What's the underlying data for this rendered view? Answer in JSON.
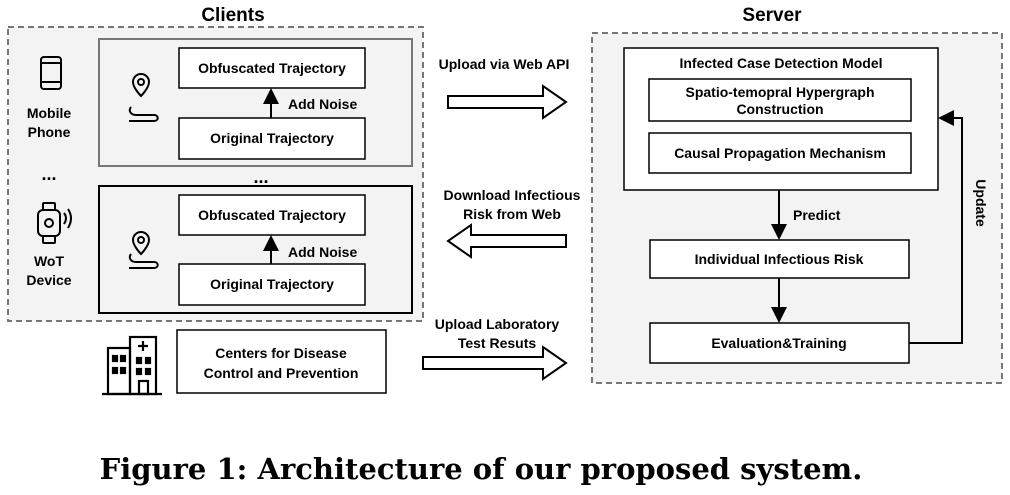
{
  "clients": {
    "title": "Clients",
    "mobile_label_1": "Mobile",
    "mobile_label_2": "Phone",
    "ellipsis_left": "...",
    "ellipsis_mid": "...",
    "wot_label_1": "WoT",
    "wot_label_2": "Device",
    "group1": {
      "top_box": "Obfuscated Trajectory",
      "noise": "Add Noise",
      "bottom_box": "Original Trajectory"
    },
    "group2": {
      "top_box": "Obfuscated Trajectory",
      "noise": "Add Noise",
      "bottom_box": "Original Trajectory"
    },
    "cdc_1": "Centers for Disease",
    "cdc_2": "Control and Prevention"
  },
  "flows": {
    "upload_api": "Upload via Web API",
    "download_1": "Download Infectious",
    "download_2": "Risk from Web",
    "lab_1": "Upload Laboratory",
    "lab_2": "Test Resuts"
  },
  "server": {
    "title": "Server",
    "model_title": "Infected Case Detection Model",
    "hypergraph_1": "Spatio-temopral Hypergraph",
    "hypergraph_2": "Construction",
    "causal": "Causal Propagation Mechanism",
    "predict": "Predict",
    "risk": "Individual Infectious Risk",
    "evaluation": "Evaluation&Training",
    "update": "Update"
  },
  "caption": "Figure 1: Architecture of our proposed system."
}
